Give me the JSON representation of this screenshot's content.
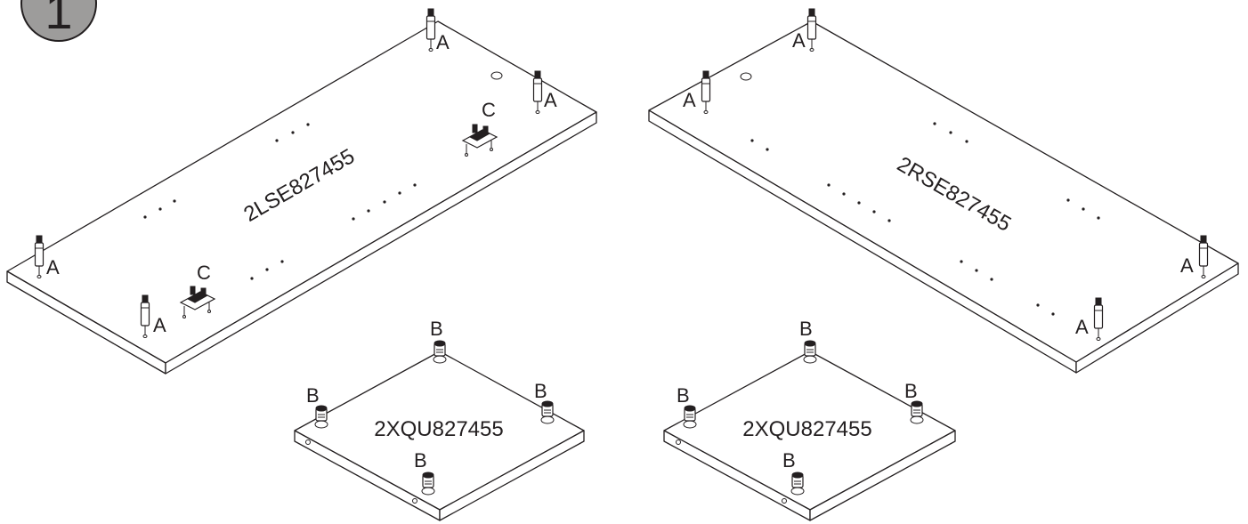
{
  "step": {
    "number": "1"
  },
  "panels": {
    "left_side": {
      "code": "2LSE827455"
    },
    "right_side": {
      "code": "2RSE827455"
    },
    "shelf_left": {
      "code": "2XQU827455"
    },
    "shelf_right": {
      "code": "2XQU827455"
    }
  },
  "parts": {
    "dowel_label": "A",
    "cam_label": "B",
    "hinge_plate_label": "C"
  },
  "colors": {
    "line": "#231f20",
    "step_badge": "#9d9c9b"
  }
}
